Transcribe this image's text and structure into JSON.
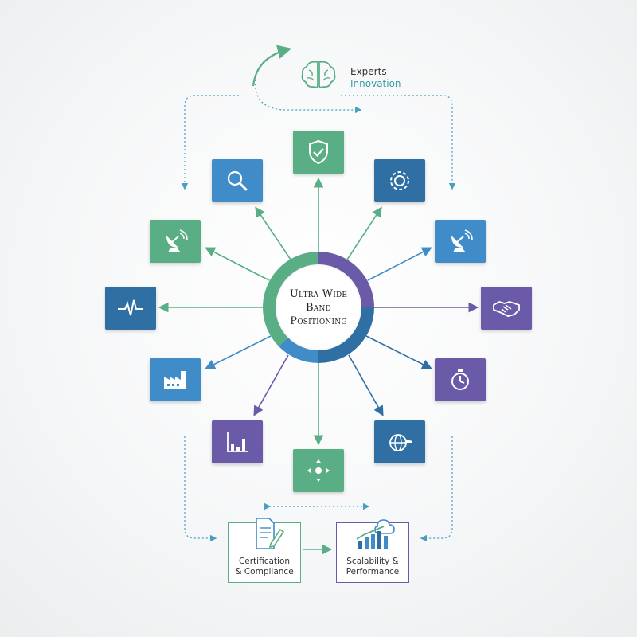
{
  "hub": {
    "line1": "Ultra Wide",
    "line2": "Band",
    "line3": "Positioning"
  },
  "top": {
    "label1": "Experts",
    "label2": "Innovation"
  },
  "cards": {
    "certification": {
      "line1": "Certification",
      "line2": "& Compliance"
    },
    "scalability": {
      "line1": "Scalability &",
      "line2": "Performance"
    }
  },
  "colors": {
    "green": "#5aae86",
    "blue": "#3f8cc8",
    "navy": "#2f6fa3",
    "purple": "#6a5aa8",
    "teal_text": "#3a9aa8"
  },
  "icons": [
    "shield-check-icon",
    "magnifier-icon",
    "gear-icon",
    "satellite-dish-icon",
    "heartbeat-icon",
    "handshake-icon",
    "factory-icon",
    "stopwatch-icon",
    "bar-chart-icon",
    "globe-plane-icon",
    "move-arrows-icon",
    "brain-icon",
    "document-pen-icon",
    "cloud-chart-icon"
  ]
}
